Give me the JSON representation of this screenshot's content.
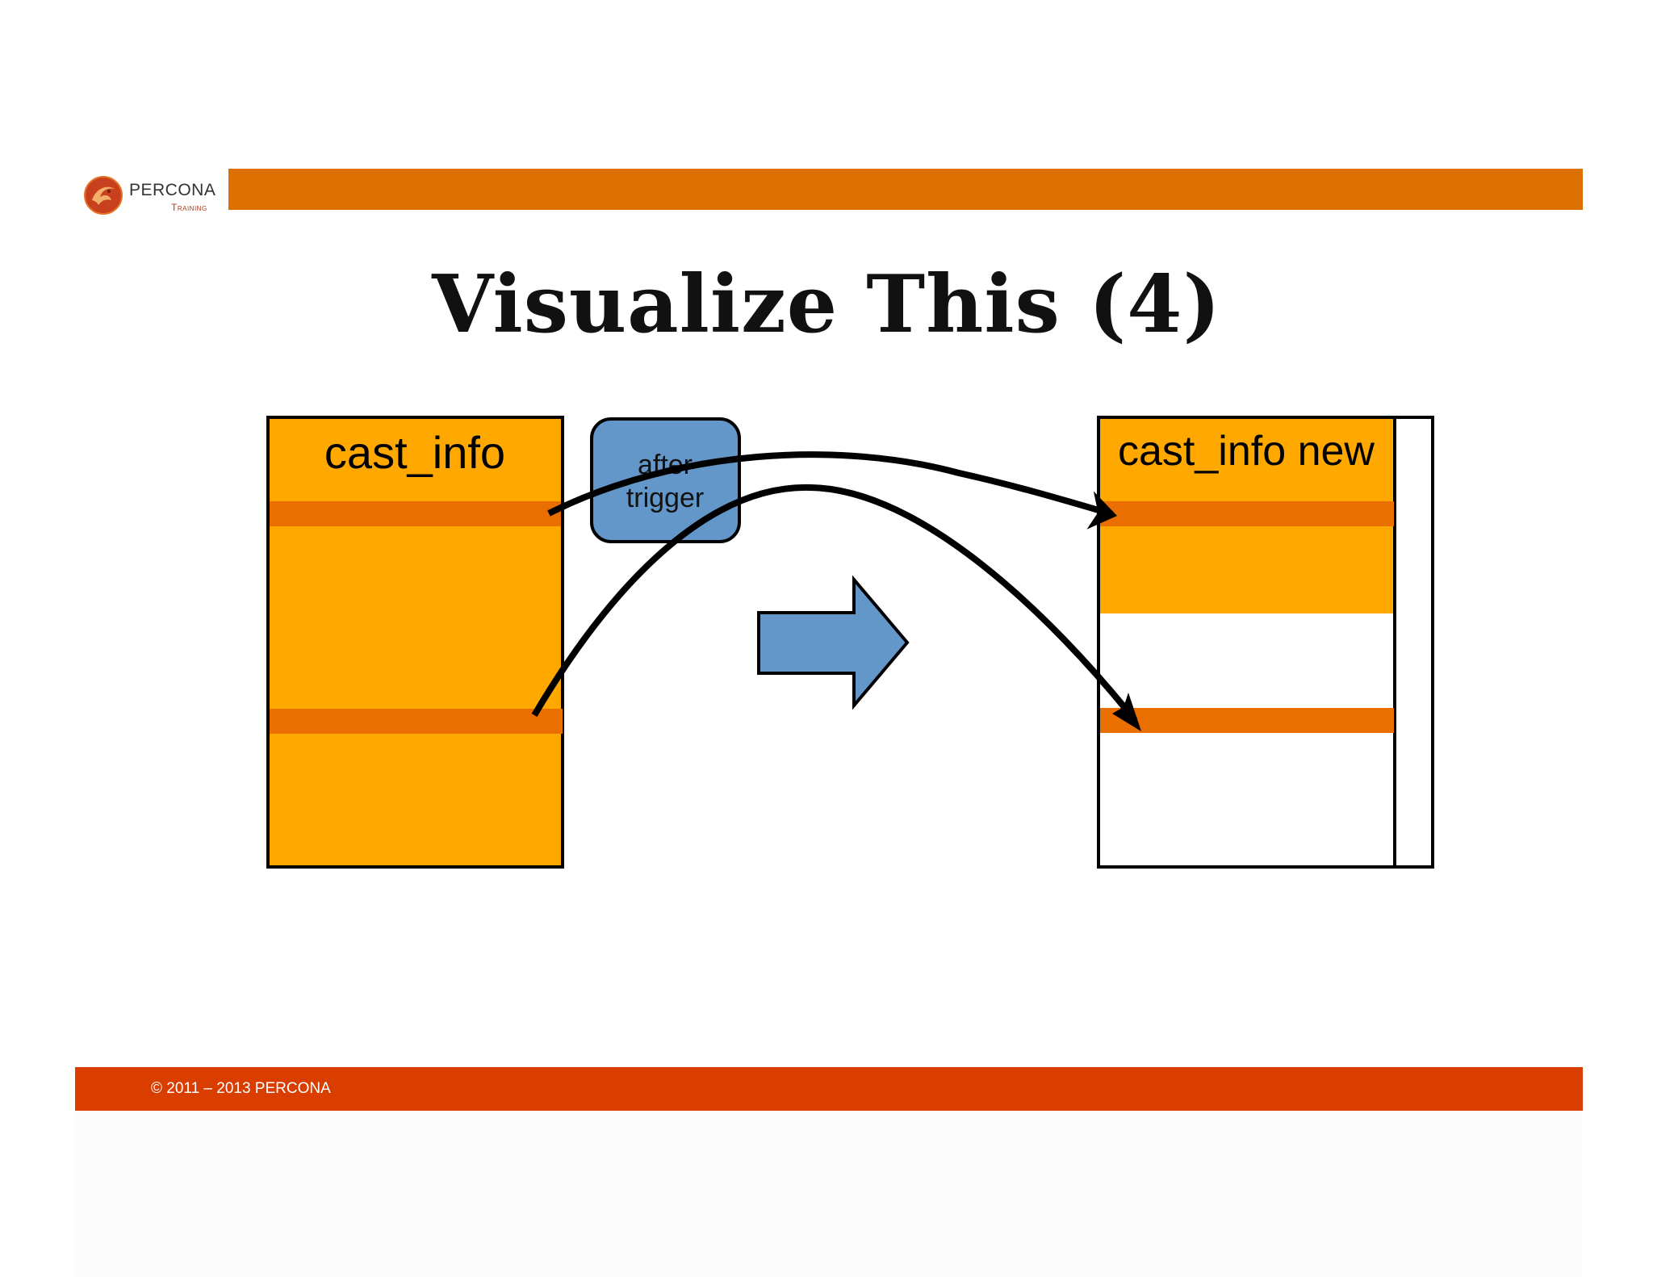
{
  "slide": {
    "title": "Visualize This (4)"
  },
  "logo": {
    "name": "PERCONA",
    "subtitle": "Training",
    "icon": "percona-logo-icon"
  },
  "diagram": {
    "source_table": {
      "label": "cast_info"
    },
    "trigger": {
      "line1": "after",
      "line2": "trigger"
    },
    "target_table": {
      "label": "cast_info new"
    },
    "arrow_icon": "right-arrow-icon"
  },
  "footer": {
    "copyright": "© 2011 – 2013 PERCONA"
  },
  "colors": {
    "header_bar": "#dc7000",
    "footer_bar": "#da3d00",
    "table_fill": "#fea800",
    "row_highlight": "#e86f00",
    "trigger_fill": "#6497c9"
  }
}
